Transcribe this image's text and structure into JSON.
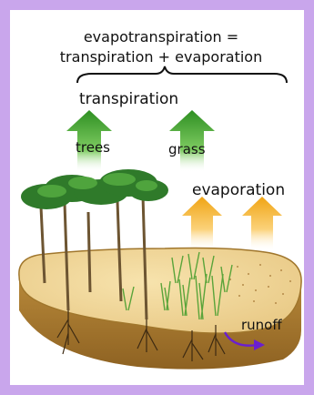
{
  "equation": {
    "line1": "evapotranspiration =",
    "line2": "transpiration + evaporation"
  },
  "labels": {
    "transpiration": "transpiration",
    "trees": "trees",
    "grass": "grass",
    "evaporation": "evaporation",
    "runoff": "runoff"
  },
  "colors": {
    "frame": "#c9a6ec",
    "transpiration_arrow": "#3f9e2c",
    "evaporation_arrow": "#f2a818",
    "soil_top": "#f0d79a",
    "soil_side": "#a57a2c",
    "runoff_arrow": "#6a1fcf"
  }
}
